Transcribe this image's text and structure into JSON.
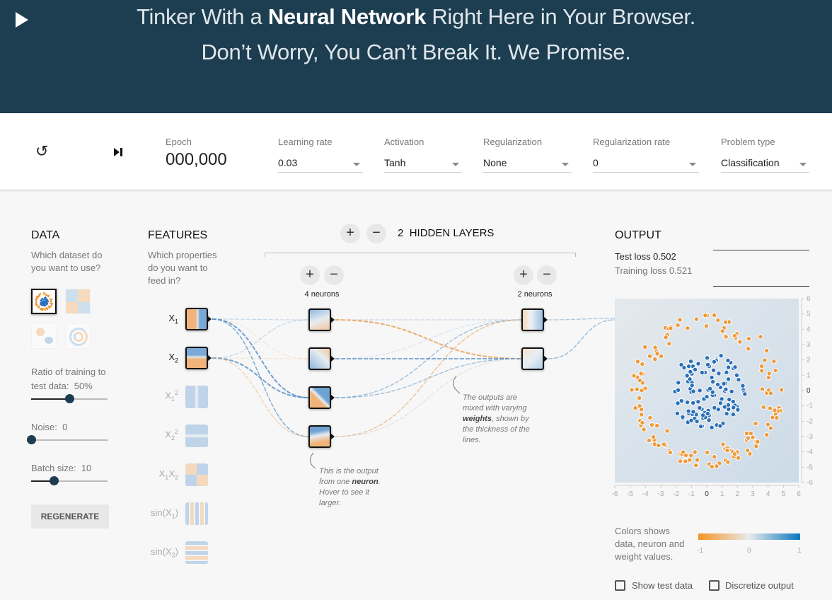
{
  "header": {
    "line1_pre": "Tinker With a ",
    "line1_bold": "Neural Network",
    "line1_post": " Right Here in Your Browser.",
    "line2": "Don’t Worry, You Can’t Break It. We Promise."
  },
  "controls": {
    "epoch_label": "Epoch",
    "epoch_value": "000,000",
    "dropdowns": [
      {
        "label": "Learning rate",
        "value": "0.03"
      },
      {
        "label": "Activation",
        "value": "Tanh"
      },
      {
        "label": "Regularization",
        "value": "None"
      },
      {
        "label": "Regularization rate",
        "value": "0"
      },
      {
        "label": "Problem type",
        "value": "Classification"
      }
    ]
  },
  "data_panel": {
    "title": "DATA",
    "question": "Which dataset do you want to use?",
    "datasets": [
      "circle",
      "xor",
      "gaussian",
      "spiral"
    ],
    "selected": "circle",
    "ratio_label": "Ratio of training to test data:",
    "ratio_value": "50%",
    "ratio_fraction": 0.5,
    "noise_label": "Noise:",
    "noise_value": "0",
    "noise_fraction": 0,
    "batch_label": "Batch size:",
    "batch_value": "10",
    "batch_fraction": 0.3,
    "regenerate": "REGENERATE"
  },
  "features": {
    "title": "FEATURES",
    "question": "Which properties do you want to feed in?",
    "items": [
      {
        "id": "x1",
        "on": true
      },
      {
        "id": "x2",
        "on": true
      },
      {
        "id": "x1sq",
        "on": false
      },
      {
        "id": "x2sq",
        "on": false
      },
      {
        "id": "x1x2",
        "on": false
      },
      {
        "id": "sinx1",
        "on": false
      },
      {
        "id": "sinx2",
        "on": false
      }
    ]
  },
  "network": {
    "hidden_count": "2",
    "hidden_label": "HIDDEN LAYERS",
    "layers": [
      {
        "neurons_label": "4 neurons"
      },
      {
        "neurons_label": "2 neurons"
      }
    ],
    "note1_a": "This is the output from one ",
    "note1_b": "neuron",
    "note1_c": ". Hover to see it larger.",
    "note2_a": "The outputs are mixed with varying ",
    "note2_b": "weights",
    "note2_c": ", shown by the thickness of the lines."
  },
  "output": {
    "title": "OUTPUT",
    "test_loss": "Test loss 0.502",
    "training_loss": "Training loss 0.521",
    "color_legend": "Colors shows data, neuron and weight values.",
    "legend_ticks": [
      "-1",
      "0",
      "1"
    ],
    "show_test_data": "Show test data",
    "discretize": "Discretize output"
  },
  "chart_data": {
    "type": "scatter",
    "xlim": [
      -6,
      6
    ],
    "ylim": [
      -6,
      6
    ],
    "xticks": [
      "-6",
      "-5",
      "-4",
      "-3",
      "-2",
      "-1",
      "0",
      "1",
      "2",
      "3",
      "4",
      "5",
      "6"
    ],
    "yticks": [
      "6",
      "5",
      "4",
      "3",
      "2",
      "1",
      "0",
      "-1",
      "-2",
      "-3",
      "-4",
      "-5",
      "-6"
    ],
    "series": [
      {
        "name": "class 1 (blue)",
        "color": "#2a6fb8",
        "radius_range": [
          0,
          2.5
        ]
      },
      {
        "name": "class -1 (orange)",
        "color": "#ef9a3a",
        "radius_range": [
          3.5,
          5
        ]
      }
    ]
  },
  "colors": {
    "orange": "#f59322",
    "blue": "#0877bd",
    "header": "#1d3d50"
  }
}
